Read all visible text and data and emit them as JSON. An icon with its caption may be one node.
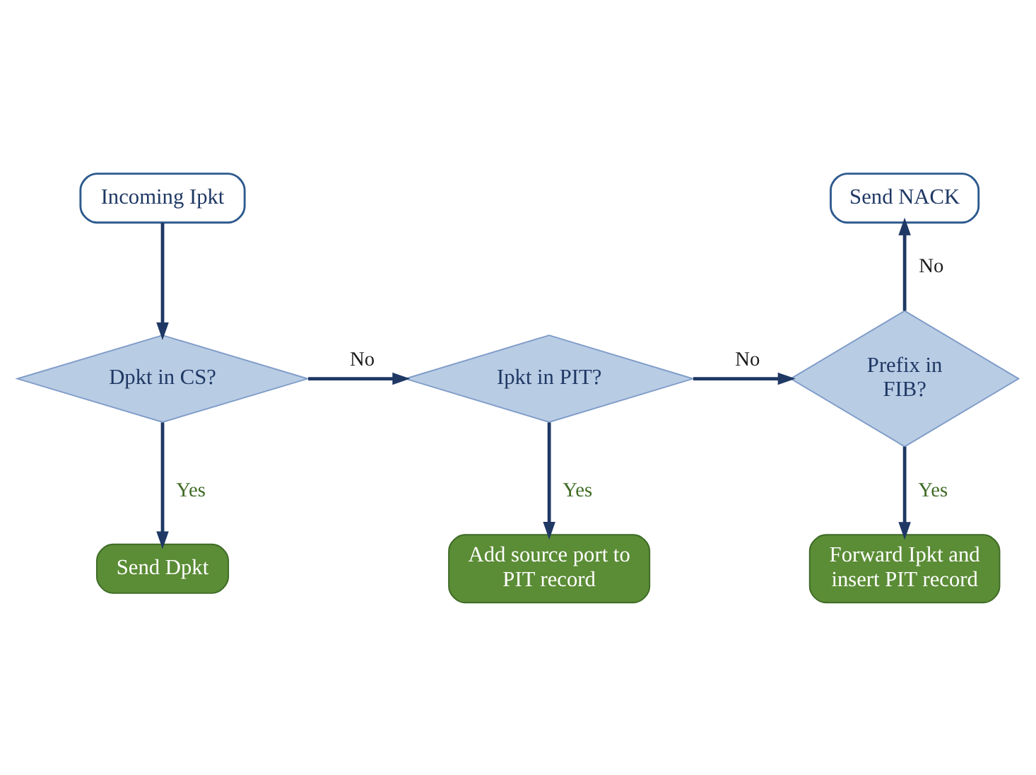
{
  "diagram": {
    "nodes": [
      {
        "text": [
          "Incoming Ipkt"
        ]
      },
      {
        "text": [
          "Send NACK"
        ]
      },
      {
        "text": [
          "Dpkt in CS?"
        ]
      },
      {
        "text": [
          "Ipkt in PIT?"
        ]
      },
      {
        "text": [
          "Prefix in FIB?"
        ]
      },
      {
        "text": [
          "Send Dpkt"
        ]
      },
      {
        "text": [
          "Add source port to PIT record"
        ]
      },
      {
        "text": [
          "Forward Ipkt and insert PIT record"
        ]
      }
    ],
    "edges": [
      {
        "from": 0,
        "to": 2,
        "arrow": "to"
      },
      {
        "from": 2,
        "to": 3,
        "label": "No",
        "arrow": "to"
      },
      {
        "from": 3,
        "to": 4,
        "label": "No",
        "arrow": "to"
      },
      {
        "from": 4,
        "to": 1,
        "label": "No",
        "arrow": "to"
      },
      {
        "from": 2,
        "to": 5,
        "label": "Yes",
        "arrow": "to"
      },
      {
        "from": 3,
        "to": 6,
        "label": "Yes",
        "arrow": "to"
      },
      {
        "from": 4,
        "to": 7,
        "label": "Yes",
        "arrow": "to"
      }
    ]
  }
}
